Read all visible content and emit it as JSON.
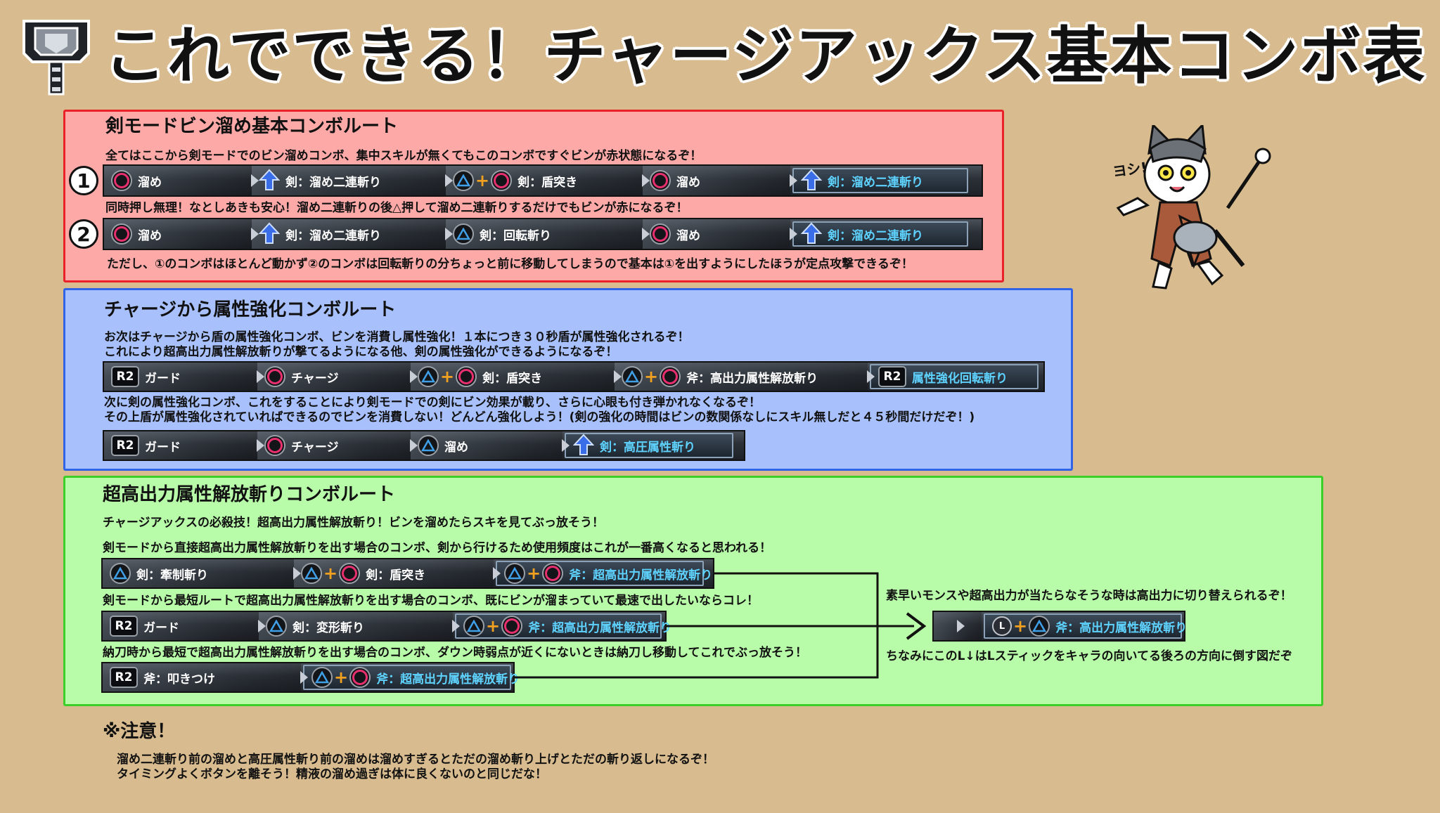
{
  "title": "これでできる！チャージアックス基本コンボ表",
  "colors": {
    "red_bg": "#fda9a8",
    "blue_bg": "#a8c0fc",
    "green_bg": "#b8fba8",
    "highlight_text": "#5fd3ff",
    "circle_button": "#e8306e",
    "triangle_button": "#3fa0e8"
  },
  "icons": {
    "logo": "charge-axe-crest-icon",
    "mascot": "work-cat-mascot",
    "mascot_text": "ヨシ!"
  },
  "sword_section": {
    "title": "剣モードビン溜め基本コンボルート",
    "desc1": "全てはここから剣モードでのビン溜めコンボ、集中スキルが無くてもこのコンボですぐビンが赤状態になるぞ！",
    "num1": "1",
    "combo1": [
      "溜め",
      "剣：溜め二連斬り",
      "剣：盾突き",
      "溜め",
      "剣：溜め二連斬り"
    ],
    "desc2": "同時押し無理！なとしあきも安心！溜め二連斬りの後△押して溜め二連斬りするだけでもビンが赤になるぞ！",
    "num2": "2",
    "combo2": [
      "溜め",
      "剣：溜め二連斬り",
      "剣：回転斬り",
      "溜め",
      "剣：溜め二連斬り"
    ],
    "desc3": "ただし、①のコンボはほとんど動かず②のコンボは回転斬りの分ちょっと前に移動してしまうので基本は①を出すようにしたほうが定点攻撃できるぞ！"
  },
  "charge_section": {
    "title": "チャージから属性強化コンボルート",
    "desc1": "お次はチャージから盾の属性強化コンボ、ビンを消費し属性強化！１本につき３０秒盾が属性強化されるぞ！",
    "desc2": "これにより超高出力属性解放斬りが撃てるようになる他、剣の属性強化ができるようになるぞ！",
    "combo1": [
      "ガード",
      "チャージ",
      "剣：盾突き",
      "斧：高出力属性解放斬り",
      "属性強化回転斬り"
    ],
    "desc3": "次に剣の属性強化コンボ、これをすることにより剣モードでの剣にビン効果が載り、さらに心眼も付き弾かれなくなるぞ！",
    "desc4": "その上盾が属性強化されていればできるのでビンを消費しない！どんどん強化しよう！(剣の強化の時間はビンの数関係なしにスキル無しだと４５秒間だけだぞ！)",
    "combo2": [
      "ガード",
      "チャージ",
      "溜め",
      "剣：高圧属性斬り"
    ],
    "r2": "R2"
  },
  "sael_section": {
    "title": "超高出力属性解放斬りコンボルート",
    "desc1": "チャージアックスの必殺技！超高出力属性解放斬り！ビンを溜めたらスキを見てぶっ放そう！",
    "desc2": "剣モードから直接超高出力属性解放斬りを出す場合のコンボ、剣から行けるため使用頻度はこれが一番高くなると思われる！",
    "combo1": [
      "剣：牽制斬り",
      "剣：盾突き",
      "斧：超高出力属性解放斬り"
    ],
    "desc3": "剣モードから最短ルートで超高出力属性解放斬りを出す場合のコンボ、既にビンが溜まっていて最速で出したいならコレ！",
    "combo2": [
      "ガード",
      "剣：変形斬り",
      "斧：超高出力属性解放斬り"
    ],
    "desc4": "納刀時から最短で超高出力属性解放斬りを出す場合のコンボ、ダウン時弱点が近くにないときは納刀し移動してこれでぶっ放そう！",
    "combo3": [
      "斧：叩きつけ",
      "斧：超高出力属性解放斬り"
    ],
    "side_desc1": "素早いモンスや超高出力が当たらなそうな時は高出力に切り替えられるぞ！",
    "side_combo": [
      "斧：高出力属性解放斬り"
    ],
    "side_desc2": "ちなみにこのL↓はLスティックをキャラの向いてる後ろの方向に倒す図だぞ",
    "stick": "L"
  },
  "note": {
    "title": "※注意！",
    "line1": "溜め二連斬り前の溜めと高圧属性斬り前の溜めは溜めすぎるとただの溜め斬り上げとただの斬り返しになるぞ！",
    "line2": "タイミングよくボタンを離そう！精液の溜め過ぎは体に良くないのと同じだな！"
  }
}
